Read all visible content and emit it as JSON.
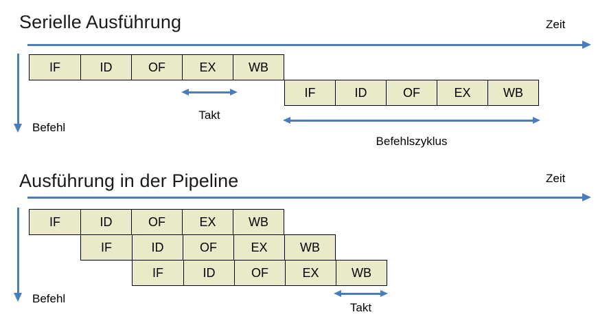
{
  "slide": {
    "background": "#ffffff",
    "accent_color": "#4a7ebb",
    "box_fill_color": "#eaeac8",
    "box_border_color": "#000000"
  },
  "sections": [
    {
      "id": "serial",
      "title": "Serielle Ausführung",
      "time_axis_label": "Zeit",
      "instruction_axis_label": "Befehl",
      "stage_labels": [
        "IF",
        "ID",
        "OF",
        "EX",
        "WB"
      ],
      "rows": [
        {
          "label": "instruction-1",
          "stages": [
            "IF",
            "ID",
            "OF",
            "EX",
            "WB"
          ]
        },
        {
          "label": "instruction-2",
          "stages": [
            "IF",
            "ID",
            "OF",
            "EX",
            "WB"
          ]
        }
      ],
      "measures": [
        {
          "id": "takt",
          "label": "Takt"
        },
        {
          "id": "befehlszyklus",
          "label": "Befehlszyklus"
        }
      ]
    },
    {
      "id": "pipeline",
      "title": "Ausführung in der Pipeline",
      "time_axis_label": "Zeit",
      "instruction_axis_label": "Befehl",
      "stage_labels": [
        "IF",
        "ID",
        "OF",
        "EX",
        "WB"
      ],
      "rows": [
        {
          "label": "instruction-1",
          "stages": [
            "IF",
            "ID",
            "OF",
            "EX",
            "WB"
          ]
        },
        {
          "label": "instruction-2",
          "stages": [
            "IF",
            "ID",
            "OF",
            "EX",
            "WB"
          ]
        },
        {
          "label": "instruction-3",
          "stages": [
            "IF",
            "ID",
            "OF",
            "EX",
            "WB"
          ]
        }
      ],
      "measures": [
        {
          "id": "takt",
          "label": "Takt"
        }
      ]
    }
  ]
}
